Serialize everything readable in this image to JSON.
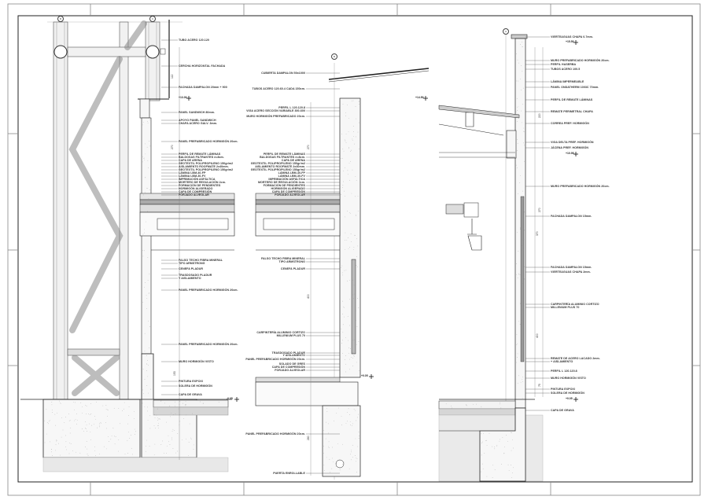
{
  "drawing": {
    "left_labels": [
      "TUBO ACERO 120.120",
      "CERCHA HORIZONTAL FACHADA",
      "FACHADA DAMPALON 20mm + 900",
      "PANEL SANDWICH 80mm.",
      "APOYO PANEL SANDWICH",
      "CHAPA ACERO GALV. 3mm.",
      "PANEL PREFABRICADO HORMIGÓN 20cm.",
      "PERFIL DE REMATE LÁMINAS",
      "BALDOSAS FILTRANTES e=8cm.",
      "CAPA DE ARENA",
      "GEOTEXTIL POLIPROPILENO 150gr/m2",
      "AISLAMIENTO ROOFMATE 2x40mm.",
      "GEOTEXTIL POLIPROPILENO 150gr/m2",
      "LÁMINA LBM-40-FP",
      "LÁMINA LBM-30-FV",
      "IMPRIMACIÓN ASFÁLTICA",
      "MORTERO DE REGULACIÓN 2cm.",
      "FORMACIÓN DE PENDIENTES",
      "HORMIGÓN ALIGERADO",
      "CAPA DE COMPRESIÓN",
      "FORJADO ALVEOLAR",
      "FALSO TECHO FIBRA MINERAL",
      "TIPO ARMSTRONG",
      "CENEFA PLADUR",
      "TRASDOSADO PLADUR",
      "Y AISLAMIENTO",
      "PANEL PREFABRICADO HORMIGÓN 20cm.",
      "PANEL PREFABRICADO HORMIGÓN 20cm.",
      "MURO HORMIGÓN VISTO",
      "PINTURA EXPOXI",
      "SOLERA DE HORMIGÓN",
      "CAPA DE GRAVA"
    ],
    "middle_labels": [
      "CUBIERTA DAMPALON 50x1000",
      "TUBOS ACERO 120.60.4 CADA 150cm.",
      "PERFIL L 120.120.8",
      "VIGA ACERO SECCIÓN VARIABLE 300-600",
      "MURO HORMIGÓN PREFABRICADO 20cm.",
      "PERFIL DE REMATE LÁMINAS",
      "BALDOSAS FILTRANTES e=8cm.",
      "CAPA DE ARENA",
      "GEOTEXTIL POLIPROPILENO 150gr/m2",
      "AISLAMIENTO ROOFMATE 2x40mm.",
      "GEOTEXTIL POLIPROPILENO 150gr/m2",
      "LÁMINA LBM-40-FP",
      "LÁMINA LBM-30-FV",
      "IMPRIMACIÓN ASFÁLTICA",
      "MORTERO DE REGULACIÓN 2cm.",
      "FORMACIÓN DE PENDIENTES",
      "HORMIGÓN ALIGERADO",
      "CAPA DE COMPRESIÓN",
      "FORJADO ALVEOLAR",
      "FALSO TECHO FIBRA MINERAL",
      "TIPO ARMSTRONG",
      "CENEFA PLADUR",
      "CARPINTERÍA ALUMINIO CORTIZO",
      "MILLENIUM PLUS 70",
      "TRASDOSADO PLADUR",
      "Y AISLAMIENTO",
      "PANEL PREFABRICADO HORMIGÓN 20cm.",
      "SOLADO DE GRES",
      "CAPA DE COMPRESIÓN",
      "FORJADO ALVEOLAR",
      "PANEL PREFABRICADO HORMIGÓN 20cm.",
      "PUERTA ENROLLABLE"
    ],
    "right_labels": [
      "VIERTEAGUAS CHAPA 0.7mm.",
      "MURO PREFABRICADO HORMIGÓN 20cm.",
      "PERFIL HASERBA",
      "TUBOS ACERO 100.5",
      "LÁMINA IMPERMEABLE",
      "PANEL ONDATHERM 1003C 70mm.",
      "PERFIL DE REMATE LÁMINAS",
      "REMATE PERIMETRAL CHAPA",
      "CORREA PREF. HORMIGÓN",
      "VIGA DELTA PREF. HORMIGÓN",
      "JÁCENA PREF. HORMIGÓN",
      "MURO PREFABRICADO HORMIGÓN 20cm.",
      "FACHADA DAMPALON 15mm.",
      "FACHADA DAMPALON 15mm.",
      "VIERTEAGUAS CHAPA 2mm.",
      "CARPINTERÍA ALUMINIO CORTIZO",
      "MILLENIUM PLUS 70",
      "REMATE DE ACERO LACADO 2mm.",
      "+ AISLAMIENTO",
      "PERFIL L 120.120.8",
      "MURO HORMIGÓN VISTO",
      "PINTURA EXPOXI",
      "SOLERA DE HORMIGÓN",
      "CAPA DE GRAVA"
    ],
    "levels": [
      "+13.00",
      "-0.05",
      "+14.50",
      "+0.05",
      "+15.50",
      "+10.95",
      "+0.05"
    ],
    "dimensions": [
      "112",
      "270",
      "153",
      "270",
      "400",
      "280",
      "270",
      "370",
      "400",
      "220",
      "75"
    ],
    "grid_markers": [
      "B",
      "C",
      "B",
      "A"
    ]
  }
}
